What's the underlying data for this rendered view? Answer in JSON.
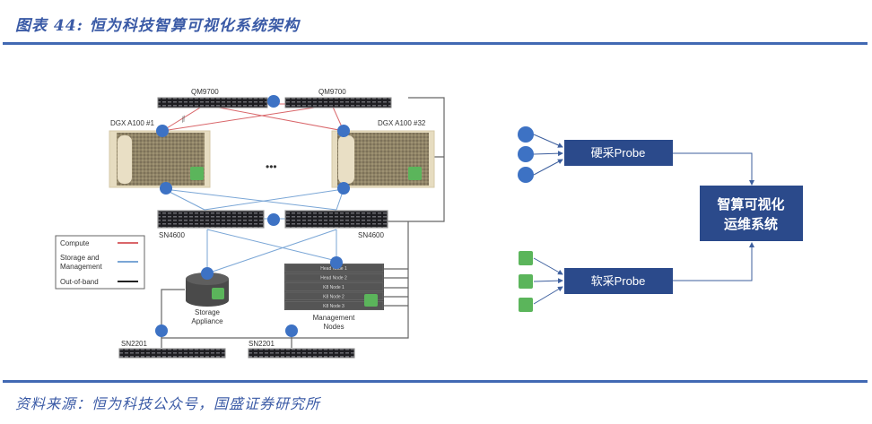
{
  "header": {
    "title": "图表 44:  恒为科技智算可视化系统架构"
  },
  "footer": {
    "source": "资料来源：恒为科技公众号，国盛证券研究所"
  },
  "colors": {
    "accent": "#4169b3",
    "compute_line": "#d9666a",
    "storage_line": "#7aa6d6",
    "oob_line": "#555555",
    "node_dot": "#3d72c4",
    "probe_green": "#5bb55b",
    "box_fill": "#2b4a8b"
  },
  "topology": {
    "switches": {
      "qm_left": "QM9700",
      "qm_right": "QM9700",
      "sn4600_left": "SN4600",
      "sn4600_right": "SN4600",
      "sn2201_left": "SN2201",
      "sn2201_right": "SN2201"
    },
    "servers": {
      "dgx_left": "DGX A100 #1",
      "dgx_right": "DGX A100 #32",
      "ellipsis": "•••"
    },
    "storage": {
      "line1": "Storage",
      "line2": "Appliance"
    },
    "management": {
      "nodes": [
        "Head Node 1",
        "Head Node 2",
        "K8 Node 1",
        "K8 Node 2",
        "K8 Node 3"
      ],
      "line1": "Management",
      "line2": "Nodes"
    },
    "legend": {
      "compute": "Compute",
      "storage_line1": "Storage and",
      "storage_line2": "Management",
      "oob": "Out-of-band"
    }
  },
  "flow": {
    "hard_probe": "硬采Probe",
    "soft_probe": "软采Probe",
    "system_line1": "智算可视化",
    "system_line2": "运维系统"
  }
}
